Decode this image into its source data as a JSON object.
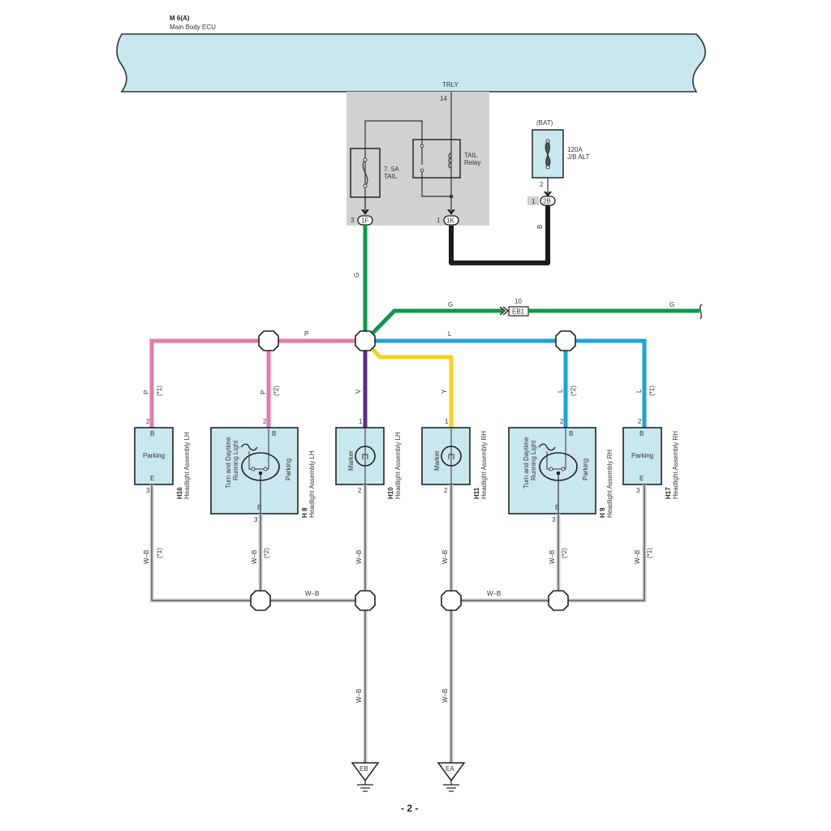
{
  "page_number": "- 2 -",
  "colors": {
    "ecu_fill": "#c8e7ef",
    "relay_box_fill": "#d1d1d1",
    "component_fill": "#c8e7ef",
    "wire_G": "#0a9a4a",
    "wire_P": "#e57aa8",
    "wire_L": "#1aa3dc",
    "wire_V": "#5c2d86",
    "wire_Y": "#f7d117",
    "wire_B": "#1c1c1c",
    "wire_WB": "#555555"
  },
  "ecu": {
    "code": "M 6(A)",
    "name": "Main Body ECU",
    "terminal_name": "TRLY",
    "terminal_pin": "14"
  },
  "relay_block": {
    "fuse_label_1": "7. 5A",
    "fuse_label_2": "TAIL",
    "relay_label_1": "TAIL",
    "relay_label_2": "Relay",
    "conn_left_pin": "3",
    "conn_left_id": "1F",
    "conn_right_pin": "1",
    "conn_right_id": "1K"
  },
  "battery_fuse": {
    "header": "(BAT)",
    "rating": "120A",
    "name": "J/B ALT",
    "pin_top": "2",
    "conn_pin": "1",
    "conn_id": "2B",
    "wire_color": "B"
  },
  "wires": {
    "g_vertical": "G",
    "g_branch": "G",
    "g_far": "G",
    "eb1_pin": "10",
    "eb1_id": "EB1",
    "p_main": "P",
    "l_main": "L",
    "wb_left_bus": "W–B",
    "wb_right_bus": "W–B"
  },
  "components": [
    {
      "code": "H16",
      "name": "Headlight Assembly LH",
      "top_pin": "2",
      "bottom_pin": "3",
      "top_term": "B",
      "bottom_term": "E",
      "func": "Parking",
      "in_wire": "P",
      "in_note": "(*1)",
      "out_wire": "W–B",
      "out_note": "(*1)"
    },
    {
      "code": "H 8",
      "name": "Headlight Assembly LH",
      "top_pin": "2",
      "bottom_pin": "3",
      "top_term": "B",
      "bottom_term": "E",
      "func_left": "Turn and Daytime",
      "func_left2": "Running Light",
      "func_right": "Parking",
      "in_wire": "P",
      "in_note": "(*2)",
      "out_wire": "W–B",
      "out_note": "(*2)"
    },
    {
      "code": "H10",
      "name": "Headlight Assembly LH",
      "top_pin": "1",
      "bottom_pin": "2",
      "func": "Marker",
      "in_wire": "V",
      "out_wire": "W–B"
    },
    {
      "code": "H11",
      "name": "Headlight Assembly RH",
      "top_pin": "1",
      "bottom_pin": "2",
      "func": "Marker",
      "in_wire": "Y",
      "out_wire": "W–B"
    },
    {
      "code": "H 9",
      "name": "Headlight Assembly RH",
      "top_pin": "2",
      "bottom_pin": "3",
      "top_term": "B",
      "bottom_term": "E",
      "func_left": "Turn and Daytime",
      "func_left2": "Running Light",
      "func_right": "Parking",
      "in_wire": "L",
      "in_note": "(*2)",
      "out_wire": "W–B",
      "out_note": "(*2)"
    },
    {
      "code": "H17",
      "name": "Headlight Assembly RH",
      "top_pin": "2",
      "bottom_pin": "3",
      "top_term": "B",
      "bottom_term": "E",
      "func": "Parking",
      "in_wire": "L",
      "in_note": "(*1)",
      "out_wire": "W–B",
      "out_note": "(*1)"
    }
  ],
  "grounds": [
    {
      "id": "EB",
      "wire": "W–B"
    },
    {
      "id": "EA",
      "wire": "W–B"
    }
  ]
}
